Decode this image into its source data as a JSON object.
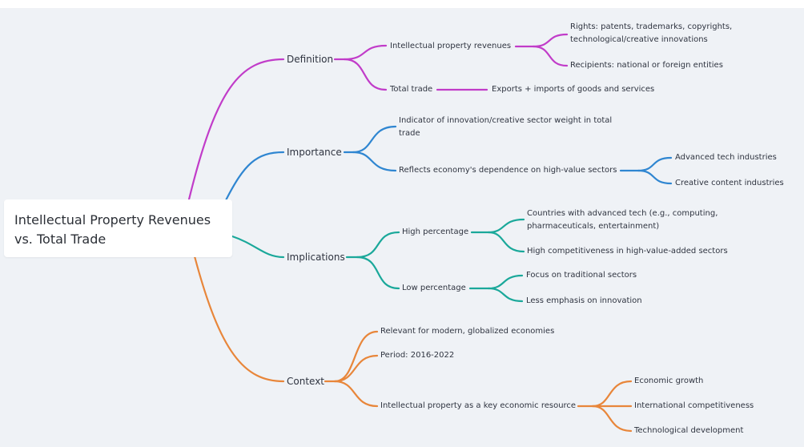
{
  "root": {
    "label": "Intellectual Property Revenues vs. Total Trade"
  },
  "colors": {
    "definition": "#c13cc9",
    "importance": "#2f86d1",
    "implications": "#1aa89a",
    "context": "#e8863a"
  },
  "nodes": {
    "definition": "Definition",
    "ip_revenues": "Intellectual property revenues",
    "rights": "Rights: patents, trademarks, copyrights, technological/creative innovations",
    "recipients": "Recipients: national or foreign entities",
    "total_trade": "Total trade",
    "exports_imports": "Exports + imports of goods and services",
    "importance": "Importance",
    "indicator": "Indicator of innovation/creative sector weight in total trade",
    "reflects": "Reflects economy's dependence on high-value sectors",
    "advanced_tech": "Advanced tech industries",
    "creative_content": "Creative content industries",
    "implications": "Implications",
    "high_pct": "High percentage",
    "countries_adv": "Countries with advanced tech (e.g., computing, pharmaceuticals, entertainment)",
    "high_comp": "High competitiveness in high-value-added sectors",
    "low_pct": "Low percentage",
    "focus_trad": "Focus on traditional sectors",
    "less_emph": "Less emphasis on innovation",
    "context": "Context",
    "relevant": "Relevant for modern, globalized economies",
    "period": "Period: 2016-2022",
    "ip_key": "Intellectual property as a key economic resource",
    "econ_growth": "Economic growth",
    "intl_comp": "International competitiveness",
    "tech_dev": "Technological development"
  }
}
